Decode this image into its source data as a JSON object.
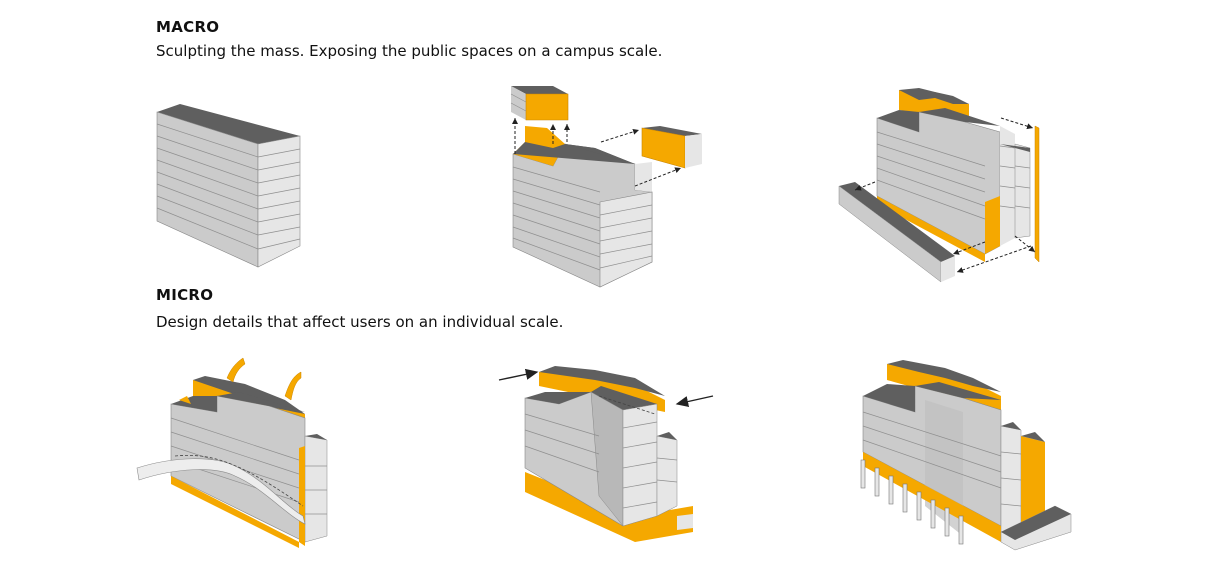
{
  "macro": {
    "title": "MACRO",
    "description": "Sculpting the mass.  Exposing the public spaces on a campus scale."
  },
  "micro": {
    "title": "MICRO",
    "description": "Design details that affect users on an individual scale."
  },
  "colors": {
    "top": "#5f5f5f",
    "front": "#cbcbcb",
    "side": "#e9e9e9",
    "accent": "#f5a800",
    "accent_dark": "#d98e00",
    "line": "#8a8a8a"
  }
}
